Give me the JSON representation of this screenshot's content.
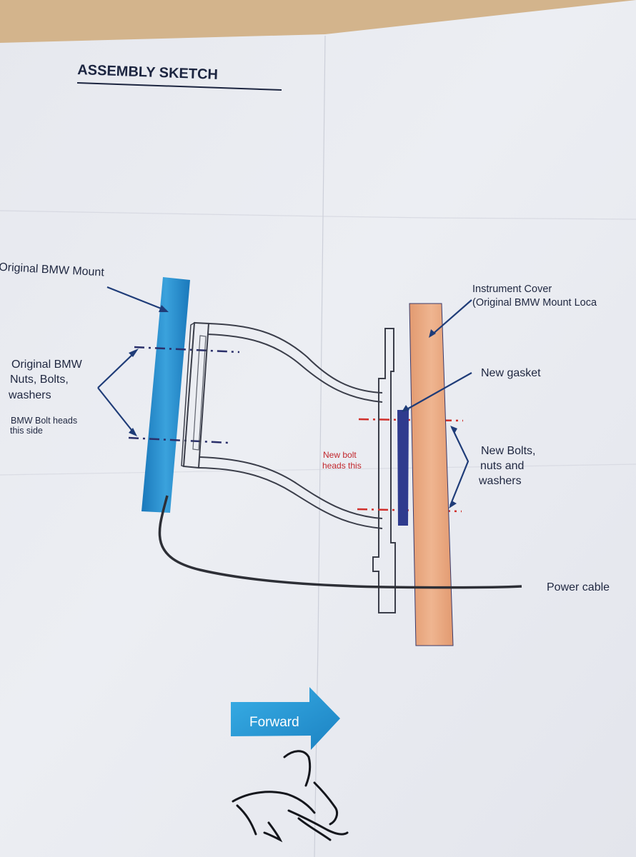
{
  "title": "ASSEMBLY SKETCH",
  "labels": {
    "original_mount": "Original BMW Mount",
    "nuts_line1": "Original BMW",
    "nuts_line2": "Nuts, Bolts,",
    "nuts_line3": "washers",
    "bolt_heads_line1": "BMW Bolt heads",
    "bolt_heads_line2": "this side",
    "instrument_cover_line1": "Instrument Cover",
    "instrument_cover_line2": "(Original BMW Mount Loca",
    "new_gasket": "New gasket",
    "new_bolt_heads_line1": "New bolt",
    "new_bolt_heads_line2": "heads this",
    "new_bolts_line1": "New Bolts,",
    "new_bolts_line2": "nuts and",
    "new_bolts_line3": "washers",
    "power_cable": "Power cable",
    "forward": "Forward"
  },
  "colors": {
    "desk": "#d4b68f",
    "paper": "#eceef4",
    "mount_blue": "#1e86c8",
    "gasket_navy": "#2e3a8c",
    "cover_orange": "#e8a77f",
    "annotation_navy": "#1f3c78",
    "bolt_red": "#cc2a2a",
    "forward_arrow": "#2a9ad6"
  }
}
